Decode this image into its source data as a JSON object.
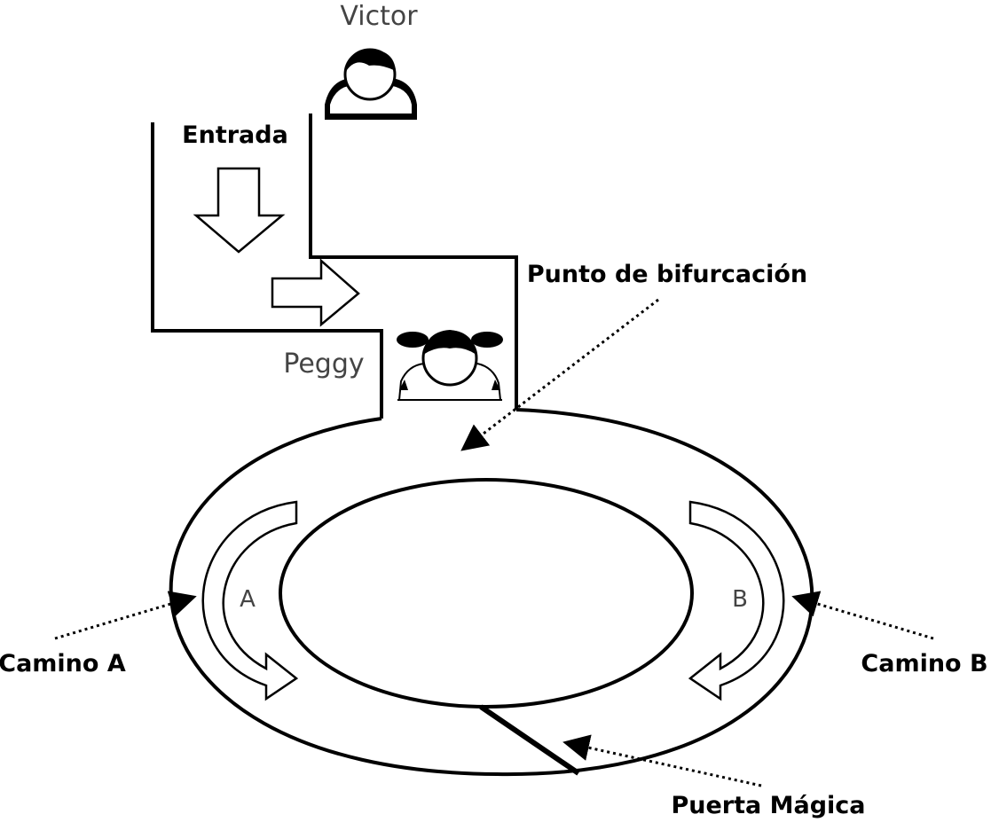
{
  "labels": {
    "victor": "Victor",
    "entrada": "Entrada",
    "peggy": "Peggy",
    "bifurcacion": "Punto de bifurcación",
    "path_a": "A",
    "path_b": "B",
    "camino_a": "Camino A",
    "camino_b": "Camino B",
    "puerta": "Puerta Mágica"
  }
}
